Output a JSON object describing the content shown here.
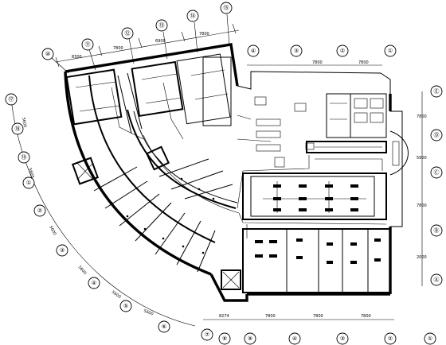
{
  "drawing": {
    "kind": "electrical floor plan"
  },
  "axis_bubbles": {
    "top_arc": [
      "⑩",
      "⑪",
      "⑫",
      "⑬",
      "⑭",
      "⑮"
    ],
    "right_top": [
      "④",
      "③",
      "②",
      "①"
    ],
    "right_side": [
      "Ⓔ",
      "Ⓓ",
      "Ⓒ",
      "Ⓑ",
      "Ⓐ"
    ],
    "left_arc": [
      "⑰",
      "⑱",
      "⑲",
      "①",
      "②",
      "③",
      "④",
      "⑤",
      "⑥",
      "⑦",
      "⑧"
    ],
    "bottom": [
      "⑨",
      "④",
      "③",
      "②",
      "①"
    ]
  },
  "dimensions": {
    "top": [
      "8300",
      "7800",
      "6900",
      "7800"
    ],
    "right_top": [
      "7800",
      "7800"
    ],
    "right_side": [
      "7800",
      "5900",
      "7800",
      "2000"
    ],
    "bottom": [
      "8274",
      "7800",
      "7800",
      "7800"
    ],
    "left_arc": [
      "5600",
      "5600",
      "5600",
      "5600",
      "5600",
      "5600"
    ]
  },
  "colors": {
    "ink": "#000000",
    "paper": "#ffffff"
  }
}
